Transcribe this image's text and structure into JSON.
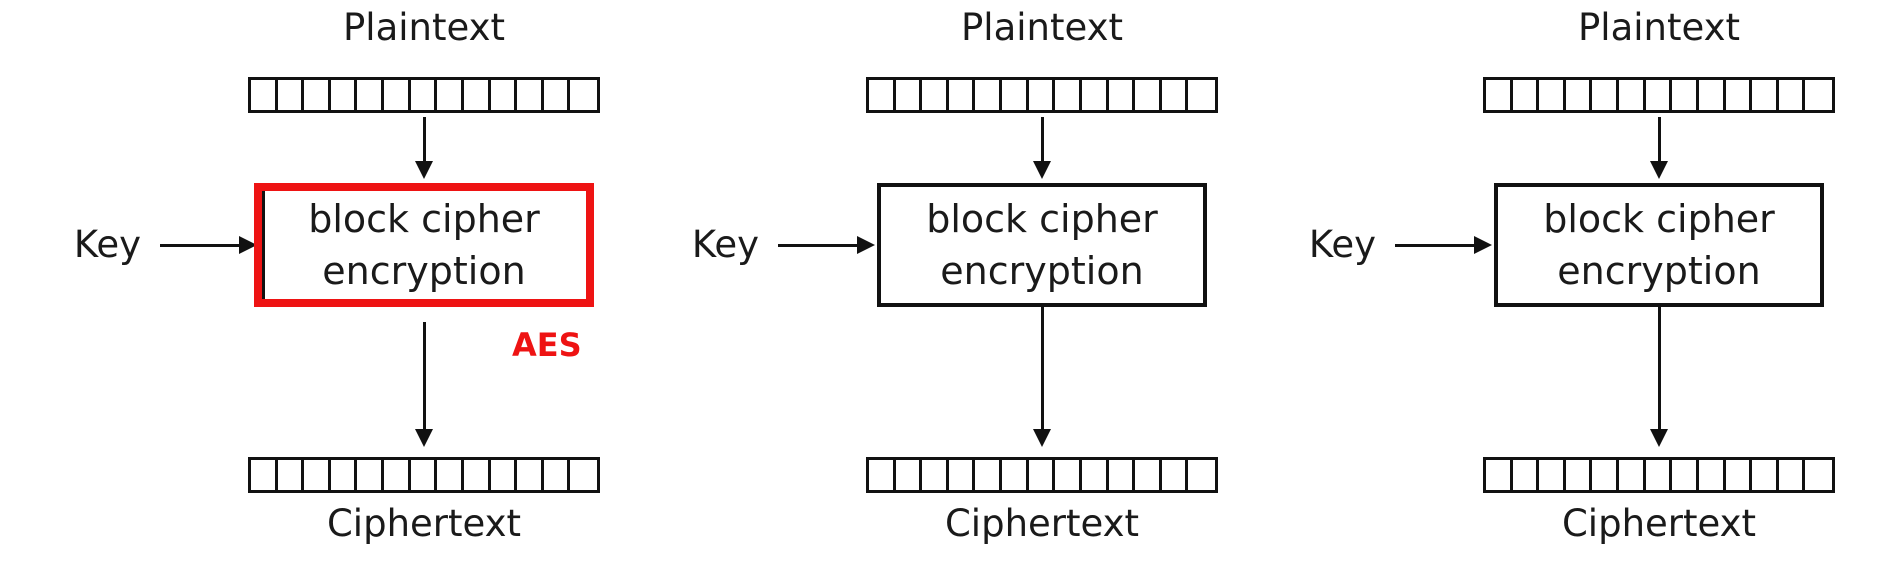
{
  "diagram": {
    "bits_per_block": 13,
    "colors": {
      "line": "#111111",
      "highlight_red": "#ee1313",
      "text": "#1a1a1a",
      "background": "#ffffff"
    },
    "panels": [
      {
        "plaintext_label": "Plaintext",
        "key_label": "Key",
        "box_label_line1": "block cipher",
        "box_label_line2": "encryption",
        "ciphertext_label": "Ciphertext",
        "annotation": "AES",
        "highlighted": true
      },
      {
        "plaintext_label": "Plaintext",
        "key_label": "Key",
        "box_label_line1": "block cipher",
        "box_label_line2": "encryption",
        "ciphertext_label": "Ciphertext",
        "highlighted": false
      },
      {
        "plaintext_label": "Plaintext",
        "key_label": "Key",
        "box_label_line1": "block cipher",
        "box_label_line2": "encryption",
        "ciphertext_label": "Ciphertext",
        "highlighted": false
      }
    ]
  }
}
